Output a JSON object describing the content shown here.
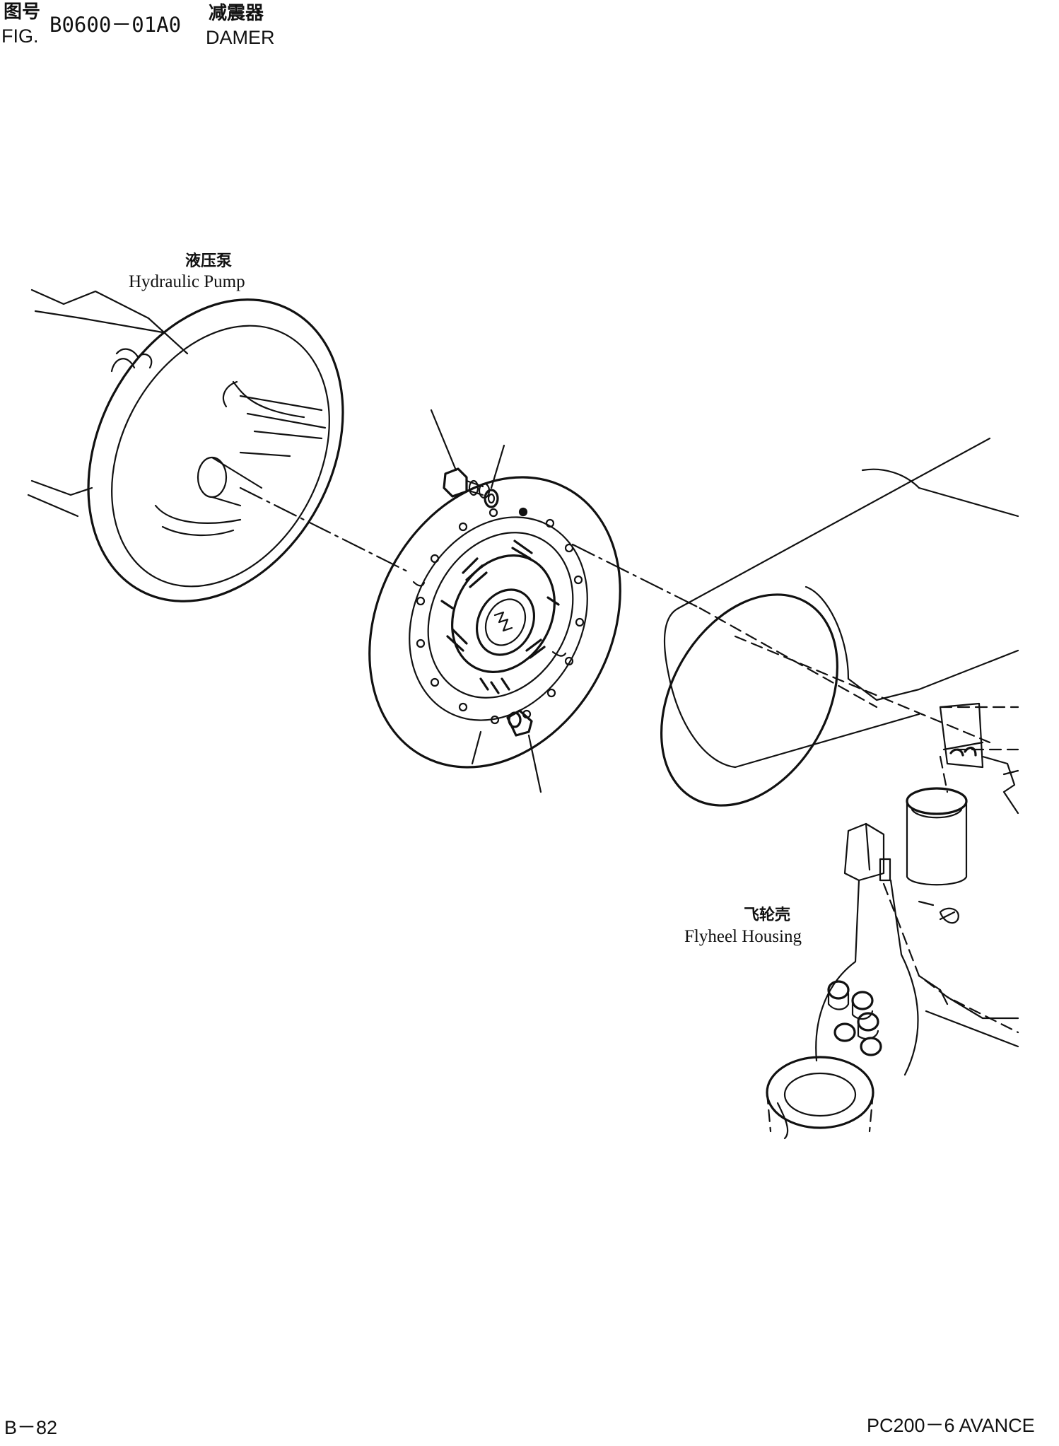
{
  "header": {
    "fig_label_zh": "图号",
    "fig_label_en": "FIG.",
    "fig_code": "B0600－01A0",
    "title_zh": "减震器",
    "title_en": "DAMER"
  },
  "labels": {
    "hydraulic_pump_zh": "液压泵",
    "hydraulic_pump_en": "Hydraulic Pump",
    "flywheel_housing_zh": "飞轮壳",
    "flywheel_housing_en": "Flyheel Housing"
  },
  "footer": {
    "page": "B－82",
    "model": "PC200－6 AVANCE"
  }
}
